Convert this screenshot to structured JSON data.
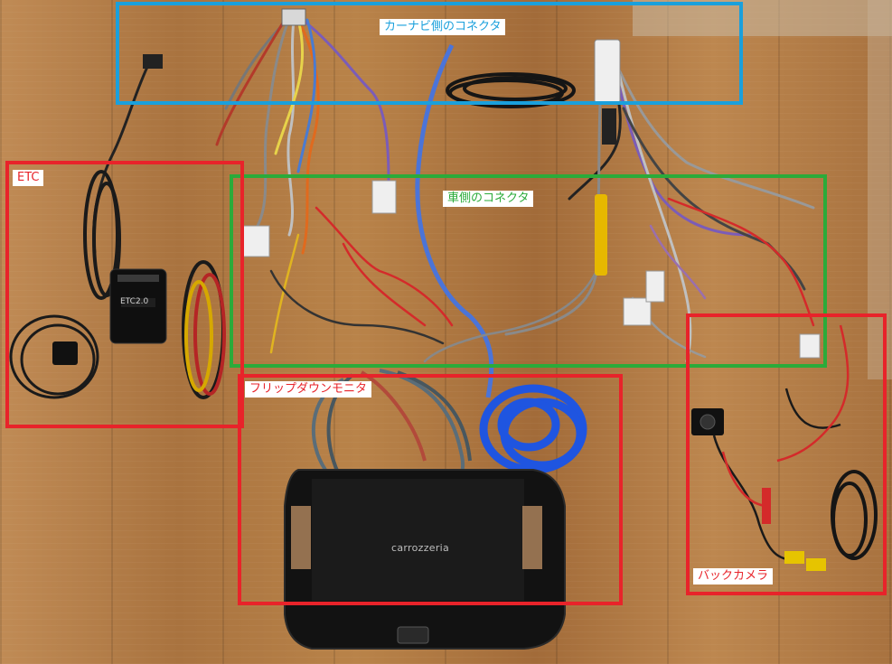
{
  "regions": [
    {
      "id": "navi",
      "label": "カーナビ側のコネクタ",
      "color": "#1aa0dc"
    },
    {
      "id": "car",
      "label": "車側のコネクタ",
      "color": "#2bab3a"
    },
    {
      "id": "etc",
      "label": "ETC",
      "color": "#e8232a"
    },
    {
      "id": "monitor",
      "label": "フリップダウンモニタ",
      "color": "#e8232a"
    },
    {
      "id": "camera",
      "label": "バックカメラ",
      "color": "#e8232a"
    }
  ],
  "device_markings": {
    "etc_unit": "ETC2.0",
    "monitor_brand": "carrozzeria"
  }
}
